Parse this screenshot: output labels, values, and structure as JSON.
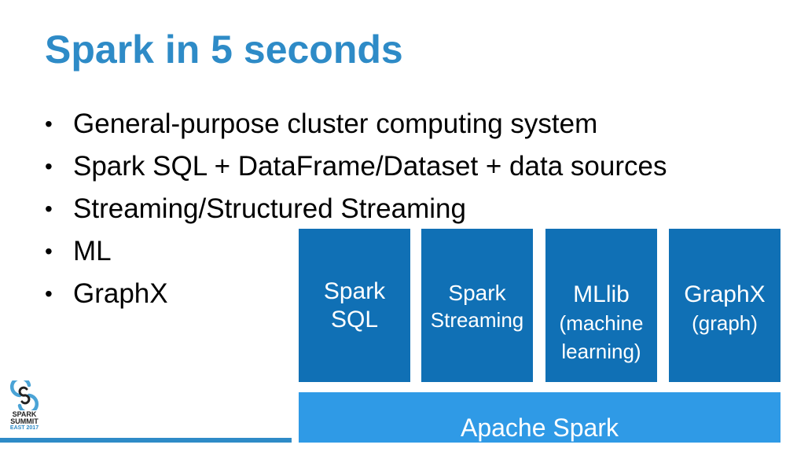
{
  "slide": {
    "title": "Spark in 5 seconds",
    "bullets": [
      "General-purpose cluster computing system",
      "Spark SQL + DataFrame/Dataset + data sources",
      "Streaming/Structured Streaming",
      "ML",
      "GraphX"
    ],
    "bullet_glyph": "•"
  },
  "diagram": {
    "components": [
      {
        "line1": "Spark",
        "line2": "SQL"
      },
      {
        "line1": "Spark",
        "line2": "Streaming"
      },
      {
        "line1": "MLlib",
        "line2": "(machine",
        "line3": "learning)"
      },
      {
        "line1": "GraphX",
        "line2": "(graph)"
      }
    ],
    "base": "Apache Spark",
    "colors": {
      "component": "#1070b5",
      "base": "#2f9ae6"
    }
  },
  "footer": {
    "logo": {
      "icon": "spark-summit-s-icon",
      "line1": "SPARK",
      "line2": "SUMMIT",
      "line3": "EAST 2017"
    },
    "accent": "#2e8bc7"
  }
}
